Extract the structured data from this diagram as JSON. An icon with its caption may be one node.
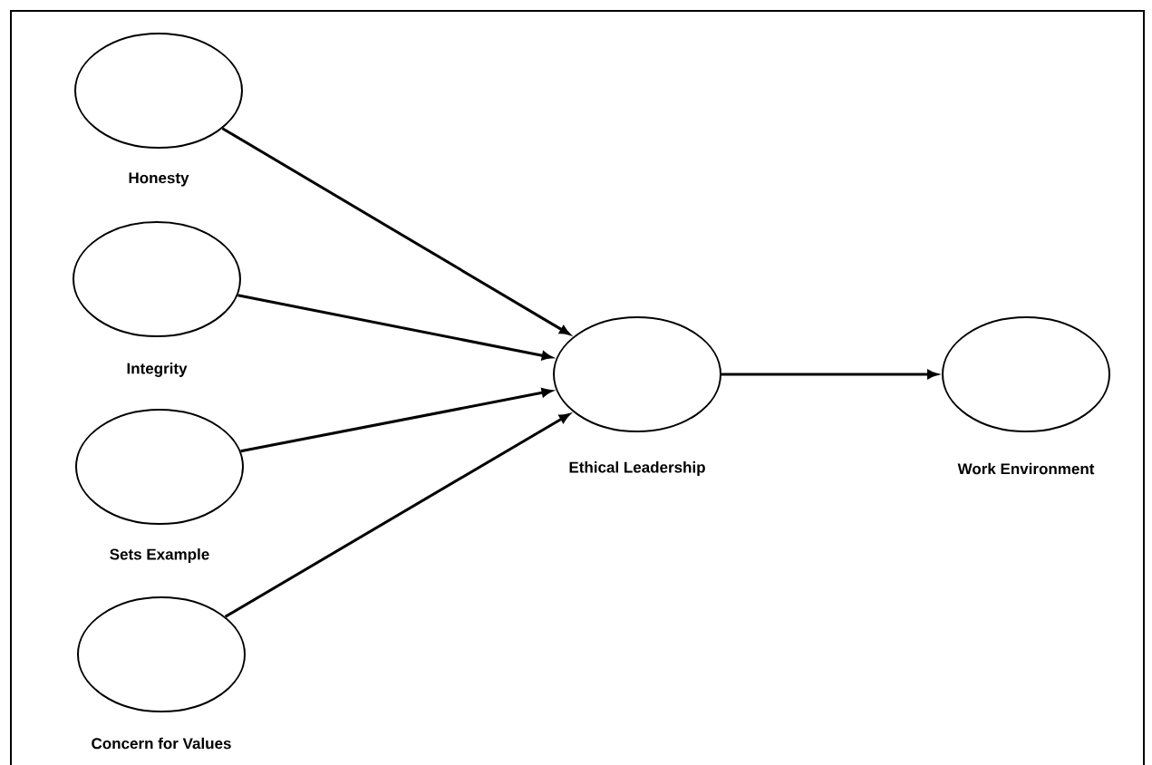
{
  "diagram": {
    "nodes": [
      {
        "text": [
          "Honesty"
        ]
      },
      {
        "text": [
          "Integrity"
        ]
      },
      {
        "text": [
          "Sets Example"
        ]
      },
      {
        "text": [
          "Concern for Values"
        ]
      },
      {
        "text": [
          "Ethical Leadership"
        ]
      },
      {
        "text": [
          "Work Environment"
        ]
      }
    ],
    "edges": [
      {
        "from": 0,
        "to": 4,
        "arrow": "to"
      },
      {
        "from": 1,
        "to": 4,
        "arrow": "to"
      },
      {
        "from": 2,
        "to": 4,
        "arrow": "to"
      },
      {
        "from": 3,
        "to": 4,
        "arrow": "to"
      },
      {
        "from": 4,
        "to": 5,
        "arrow": "to"
      }
    ]
  }
}
